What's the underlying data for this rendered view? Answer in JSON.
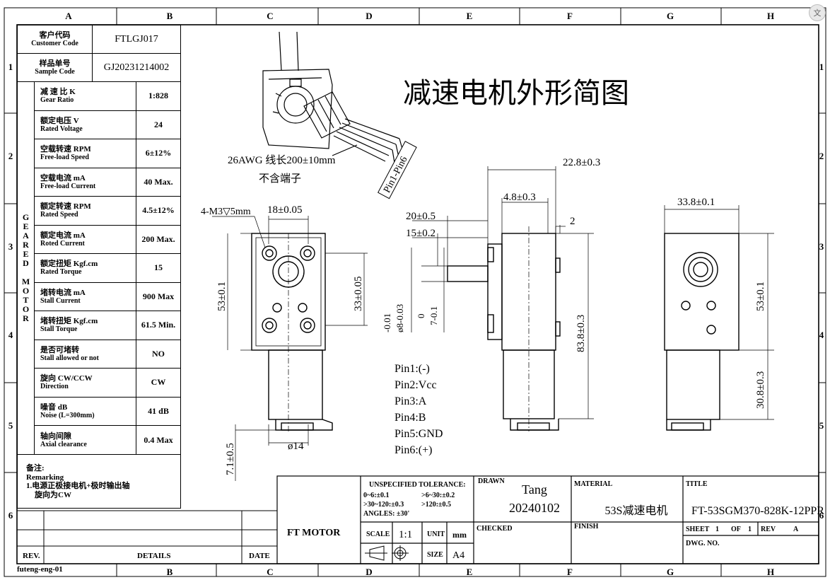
{
  "grid": {
    "cols": [
      "A",
      "B",
      "C",
      "D",
      "E",
      "F",
      "G",
      "H"
    ],
    "rows": [
      "1",
      "2",
      "3",
      "4",
      "5",
      "6"
    ]
  },
  "title_main": "减速电机外形简图",
  "spec_table": {
    "customer_code_label_cn": "客户代码",
    "customer_code_label_en": "Customer Code",
    "customer_code_value": "FTLGJ017",
    "sample_code_label_cn": "样品单号",
    "sample_code_label_en": "Sample Code",
    "sample_code_value": "GJ20231214002",
    "side_label": [
      "G",
      "E",
      "A",
      "R",
      "E",
      "D",
      "",
      "M",
      "O",
      "T",
      "O",
      "R"
    ],
    "rows": [
      {
        "cn": "减 速 比 K",
        "en": "Gear Ratio",
        "value": "1:828"
      },
      {
        "cn": "额定电压 V",
        "en": "Rated Voltage",
        "value": "24"
      },
      {
        "cn": "空载转速 RPM",
        "en": "Free-load Speed",
        "value": "6±12%"
      },
      {
        "cn": "空载电流 mA",
        "en": "Free-load Current",
        "value": "40 Max."
      },
      {
        "cn": "额定转速 RPM",
        "en": "Rated Speed",
        "value": "4.5±12%"
      },
      {
        "cn": "额定电流 mA",
        "en": "Roted Current",
        "value": "200 Max."
      },
      {
        "cn": "额定扭矩 Kgf.cm",
        "en": "Rated Torque",
        "value": "15"
      },
      {
        "cn": "堵转电流 mA",
        "en": "Stall Current",
        "value": "900 Max"
      },
      {
        "cn": "堵转扭矩 Kgf.cm",
        "en": "Stall Torque",
        "value": "61.5 Min."
      },
      {
        "cn": "是否可堵转",
        "en": "Stall allowed or not",
        "value": "NO"
      },
      {
        "cn": "旋向 CW/CCW",
        "en": "Direction",
        "value": "CW"
      },
      {
        "cn": "噪音 dB",
        "en": "Noise (L=300mm)",
        "value": "41 dB"
      },
      {
        "cn": "轴向间隙",
        "en": "Axial clearance",
        "value": "0.4 Max"
      }
    ],
    "remark_cn": "备注:",
    "remark_en": "Remarking",
    "remark_line1": "1.电源正极接电机+极时输出轴",
    "remark_line2": "旋向为CW"
  },
  "revision": {
    "rev_label": "REV.",
    "details_label": "DETAILS",
    "date_label": "DATE"
  },
  "footer_code": "futeng-eng-01",
  "dims": {
    "wire": "26AWG 线长200±10mm",
    "no_terminal": "不含端子",
    "pin_range": "Pin1-Pin6",
    "holes": "4-M3▽5mm",
    "d18": "18±0.05",
    "d53a": "53±0.1",
    "d33": "33±0.05",
    "d71": "7.1±0.5",
    "d14": "ø14",
    "d228": "22.8±0.3",
    "d48": "4.8±0.3",
    "d20": "20±0.5",
    "d15": "15±0.2",
    "d2": "2",
    "shaft_a": "-0.01",
    "shaft_b": "ø8-0.03",
    "shaft_c": "0",
    "shaft_d": "7-0.1",
    "d838": "83.8±0.3",
    "d338": "33.8±0.1",
    "d53b": "53±0.1",
    "d308": "30.8±0.3"
  },
  "pins": [
    "Pin1:(-)",
    "Pin2:Vcc",
    "Pin3:A",
    "Pin4:B",
    "Pin5:GND",
    "Pin6:(+)"
  ],
  "title_block": {
    "tolerance_title": "UNSPECIFIED TOLERANCE:",
    "tol1a": "0~6:±0.1",
    "tol1b": ">6~30:±0.2",
    "tol2a": ">30~120:±0.3",
    "tol2b": ">120:±0.5",
    "tol3": "ANGLES: ±30'",
    "company": "FT MOTOR",
    "scale_label": "SCALE",
    "scale_value": "1:1",
    "unit_label": "UNIT",
    "unit_value": "mm",
    "size_label": "SIZE",
    "size_value": "A4",
    "drawn_label": "DRAWN",
    "drawn_name": "Tang",
    "drawn_date": "20240102",
    "checked_label": "CHECKED",
    "material_label": "MATERIAL",
    "material_value": "53S减速电机",
    "finish_label": "FINISH",
    "title_label": "TITLE",
    "title_value": "FT-53SGM370-828K-12PPR",
    "sheet_label": "SHEET",
    "sheet_value": "1",
    "of_label": "OF",
    "of_value": "1",
    "rev_label": "REV",
    "rev_value": "A",
    "dwg_label": "DWG. NO."
  }
}
